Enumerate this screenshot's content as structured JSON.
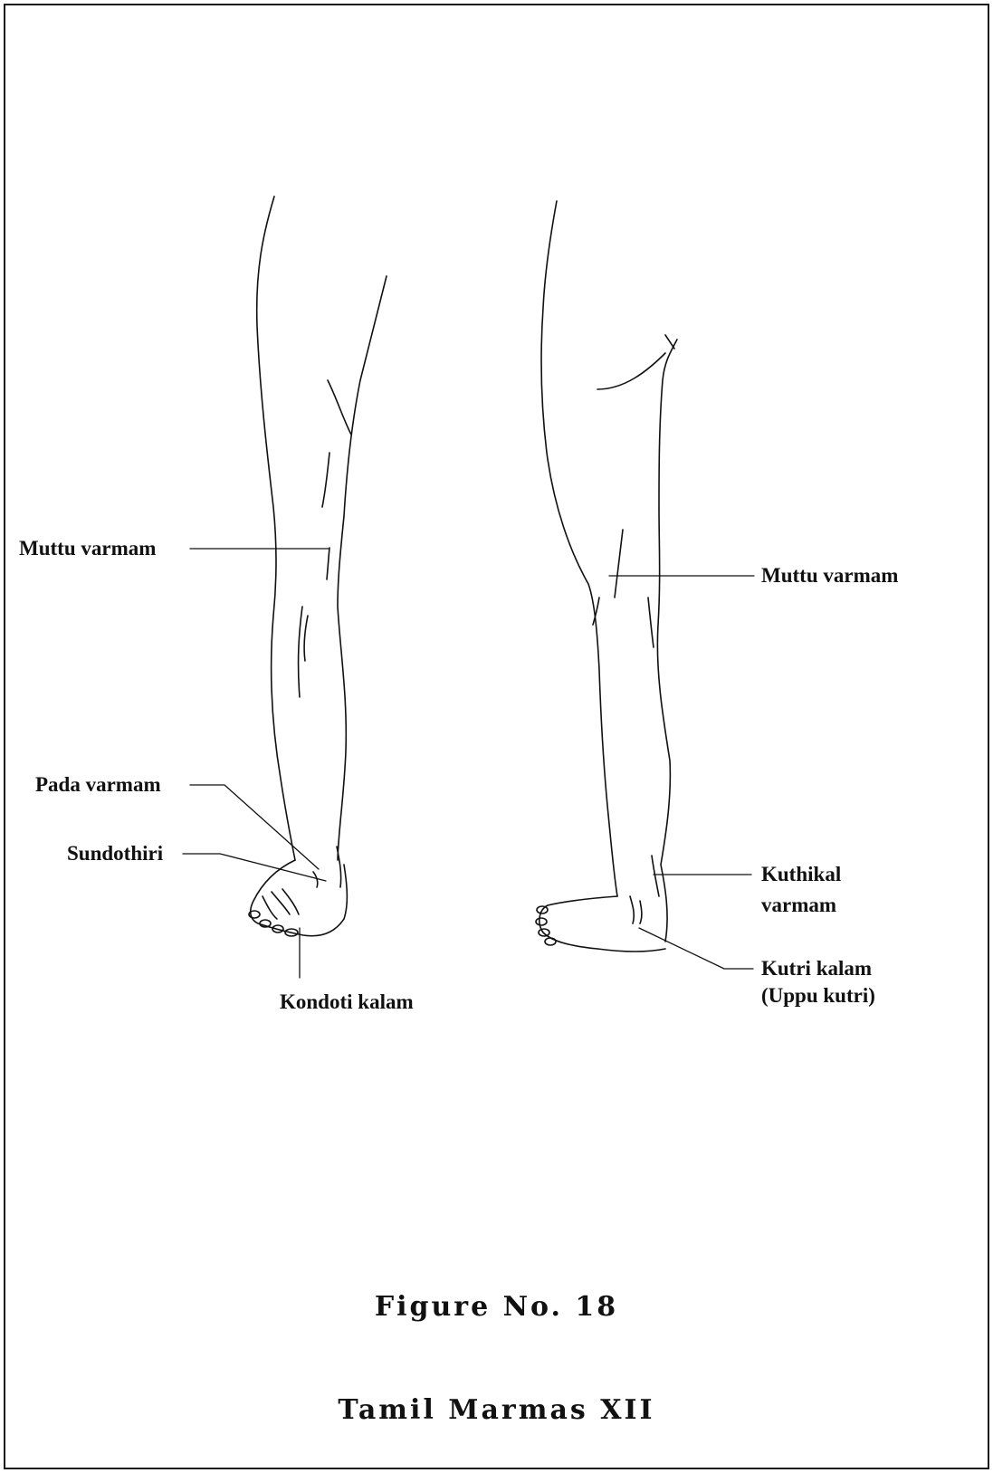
{
  "labels": {
    "front_muttu": "Muttu varmam",
    "back_muttu": "Muttu varmam",
    "pada": "Pada varmam",
    "sundothiri": "Sundothiri",
    "kondoti": "Kondoti kalam",
    "kuthikal_line1": "Kuthikal",
    "kuthikal_line2": "varmam",
    "kutri_line1": "Kutri kalam",
    "kutri_line2": "(Uppu kutri)"
  },
  "caption": {
    "figure": "Figure No. 18",
    "title": "Tamil Marmas XII"
  }
}
